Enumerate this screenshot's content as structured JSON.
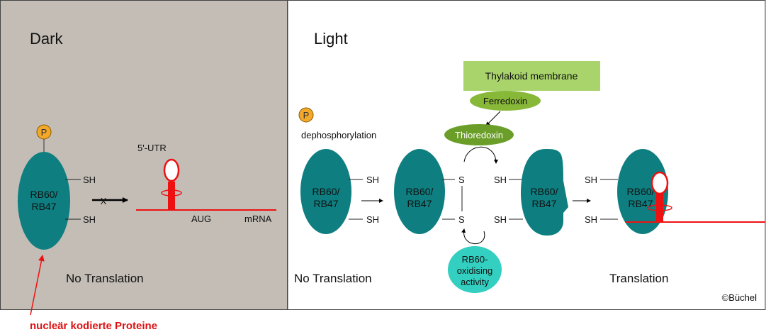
{
  "colors": {
    "dark_panel_bg": "#c3bdb6",
    "light_panel_bg": "#ffffff",
    "protein_teal": "#0e7e80",
    "phospho_orange": "#f3a82a",
    "mrna_red": "#ee1111",
    "membrane_green": "#a9d46b",
    "ferredoxin_green": "#88b838",
    "thioredoxin_green": "#6a9e28",
    "oxidising_teal": "#33cfc0",
    "caption_red": "#dd1111"
  },
  "dark_panel": {
    "title": "Dark",
    "phospho_label": "P",
    "protein_label": [
      "RB60/",
      "RB47"
    ],
    "sh_top": "SH",
    "sh_bottom": "SH",
    "utr_label": "5'-UTR",
    "blocked_mark": "X",
    "aug_label": "AUG",
    "mrna_label": "mRNA",
    "status": "No Translation"
  },
  "light_panel": {
    "title": "Light",
    "phospho_label": "P",
    "dephos_label": "dephosphorylation",
    "membrane_label": "Thylakoid membrane",
    "ferredoxin_label": "Ferredoxin",
    "thioredoxin_label": "Thioredoxin",
    "oxidising_label": [
      "RB60-",
      "oxidising",
      "activity"
    ],
    "protein_label": [
      "RB60/",
      "RB47"
    ],
    "sh_label": "SH",
    "s_label": "S",
    "status_left": "No Translation",
    "status_right": "Translation",
    "credit": "©Büchel"
  },
  "caption": "nucleär kodierte Proteine"
}
